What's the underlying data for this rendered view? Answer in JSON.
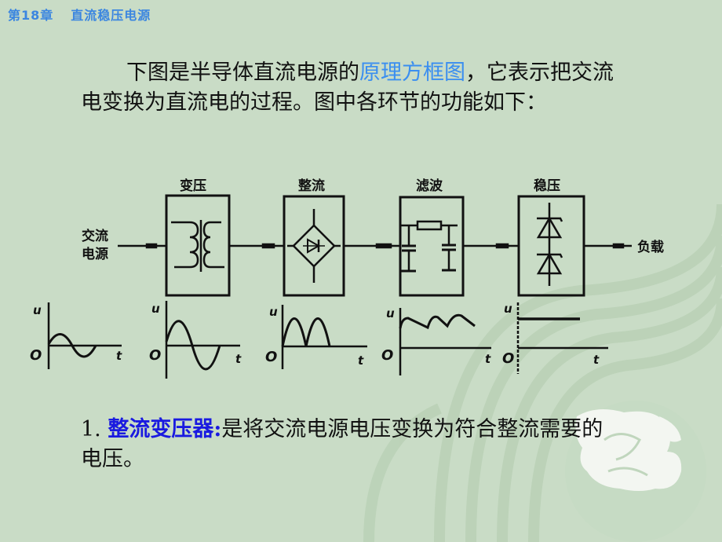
{
  "header": {
    "chapter": "第18章",
    "title": "直流稳压电源",
    "color": "#3b86e0"
  },
  "intro": {
    "before": "下图是半导体直流电源的",
    "highlight": "原理方框图",
    "after": "，它表示把交流电变换为直流电的过程。图中各环节的功能如下：",
    "highlight_color": "#3a8ef0"
  },
  "diagram": {
    "input_label_line1": "交流",
    "input_label_line2": "电源",
    "output_label": "负载",
    "blocks": [
      {
        "label": "变压",
        "symbol": "transformer"
      },
      {
        "label": "整流",
        "symbol": "bridge-rectifier"
      },
      {
        "label": "滤波",
        "symbol": "rc-filter"
      },
      {
        "label": "稳压",
        "symbol": "zener-regulator"
      }
    ],
    "waveforms": [
      {
        "y_label": "u",
        "x_label": "t",
        "origin": "O",
        "shape": "small-sine"
      },
      {
        "y_label": "u",
        "x_label": "t",
        "origin": "O",
        "shape": "large-sine"
      },
      {
        "y_label": "u",
        "x_label": "t",
        "origin": "O",
        "shape": "full-wave-rectified"
      },
      {
        "y_label": "u",
        "x_label": "t",
        "origin": "O",
        "shape": "ripple-dc"
      },
      {
        "y_label": "u",
        "x_label": "t",
        "origin": "O",
        "shape": "flat-dc"
      }
    ]
  },
  "item1": {
    "number": "1. ",
    "term": "整流变压器:",
    "text": "是将交流电源电压变换为符合整流需要的电压。",
    "term_color": "#1a1ae0"
  }
}
